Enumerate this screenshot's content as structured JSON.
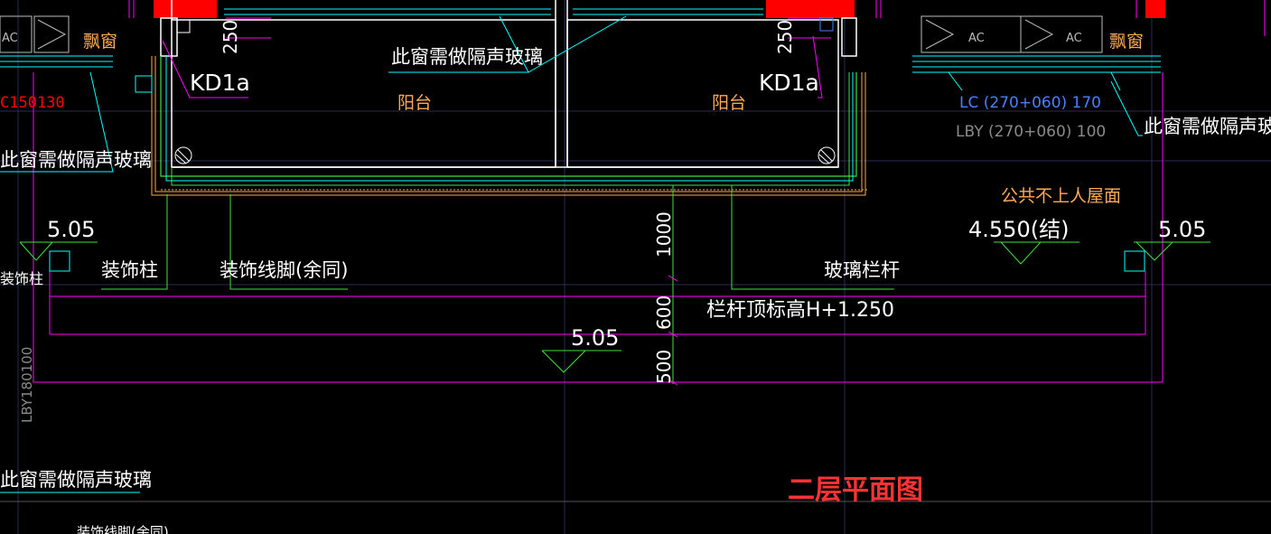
{
  "colors": {
    "background": "#000000",
    "white": "#ffffff",
    "cyan": "#00ffff",
    "green": "#3fe03f",
    "magenta": "#ff00ff",
    "orange": "#ffaa55",
    "red": "#ff0000",
    "blue": "#4a7fff",
    "gray": "#8a8a8a",
    "grid": "#2c2c55"
  },
  "labels": {
    "window_note_top": "此窗需做隔声玻璃",
    "window_note_left": "此窗需做隔声玻璃",
    "window_note_right": "此窗需做隔声玻璃",
    "window_note_bottom": "此窗需做隔声玻璃",
    "bay_window_left": "飘窗",
    "bay_window_right": "飘窗",
    "ac_left": "AC",
    "ac_right_1": "AC",
    "ac_right_2": "AC",
    "door_left": "KD1a",
    "door_right": "KD1a",
    "balcony_left": "阳台",
    "balcony_right": "阳台",
    "window_code_left": "C150130",
    "window_code_right_1": "LC (270+060) 170",
    "window_code_right_2": "LBY (270+060) 100",
    "window_code_vertical": "LBY180100",
    "roof_note": "公共不上人屋面",
    "elev_structure": "4.550(结)",
    "elev_left": "5.05",
    "elev_right": "5.05",
    "elev_center": "5.05",
    "decor_column": "装饰柱",
    "decor_column_left": "装饰柱",
    "decor_baseboard": "装饰线脚(余同)",
    "decor_baseboard_bottom": "装饰线脚(余同)",
    "glass_railing": "玻璃栏杆",
    "railing_height": "栏杆顶标高H+1.250",
    "dim_250_left": "250",
    "dim_250_right": "250",
    "dim_1000": "1000",
    "dim_600": "600",
    "dim_500": "500",
    "drawing_title": "二层平面图"
  }
}
